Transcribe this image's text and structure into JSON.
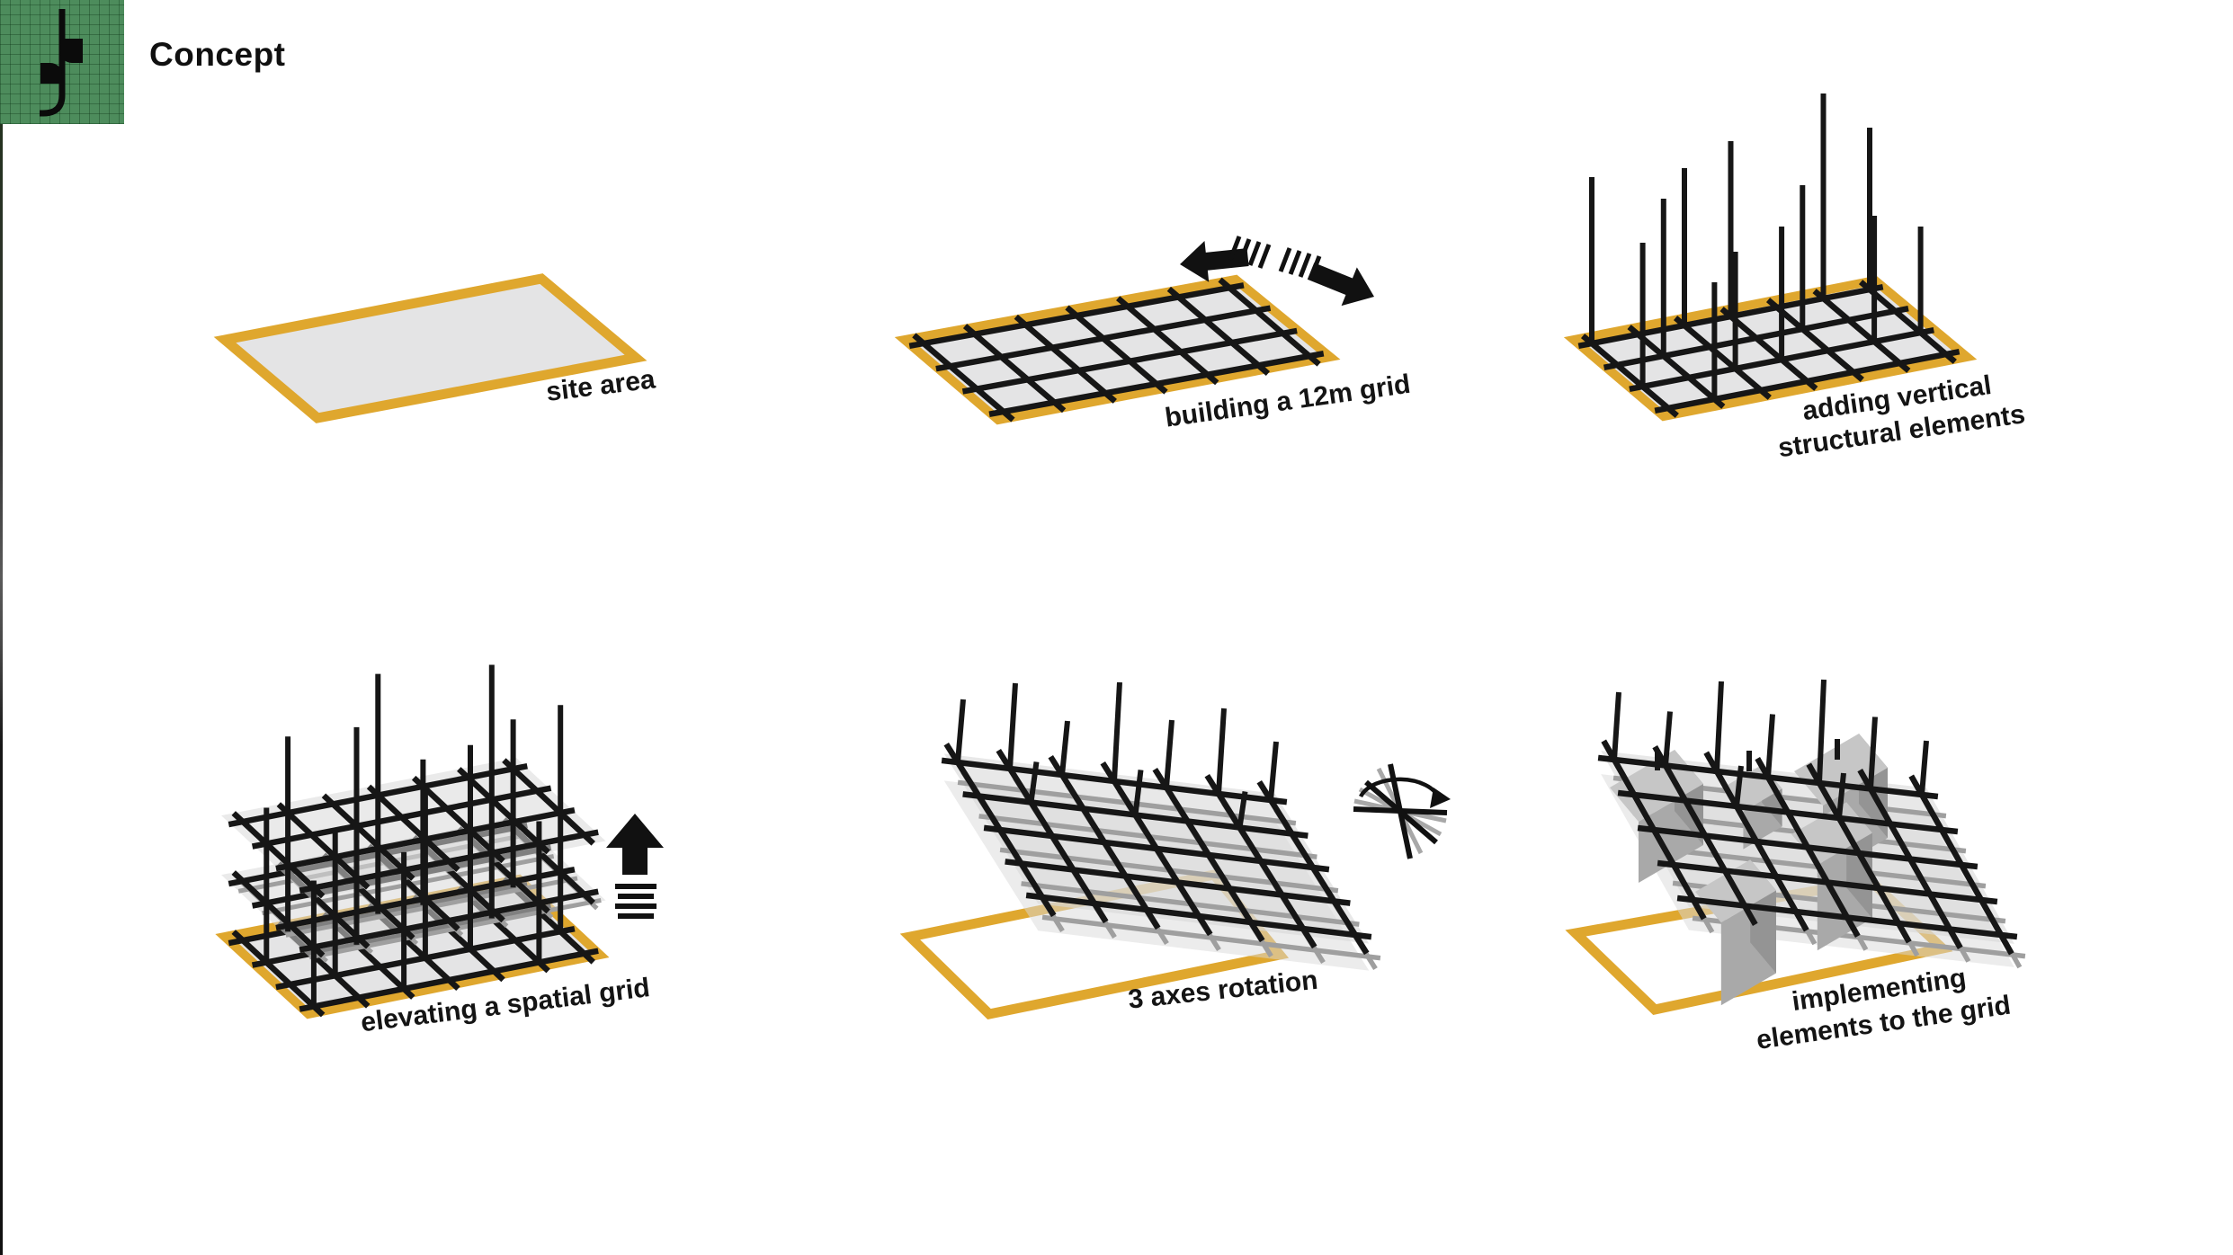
{
  "header": {
    "title": "Concept",
    "logo": "gb-monogram"
  },
  "panels": [
    {
      "id": "site-area",
      "label": "site area"
    },
    {
      "id": "building-grid",
      "label": "building a 12m grid",
      "icon": "slide-arrows-icon"
    },
    {
      "id": "vertical-elements",
      "label_lines": [
        "adding vertical",
        "structural elements"
      ]
    },
    {
      "id": "spatial-grid",
      "label": "elevating a spatial grid",
      "icon": "up-arrow-icon"
    },
    {
      "id": "axes-rotation",
      "label": "3 axes rotation",
      "icon": "rotation-icon"
    },
    {
      "id": "implementing",
      "label_lines": [
        "implementing",
        "elements to the grid"
      ]
    }
  ],
  "colors": {
    "site_border": "#dfa72e",
    "site_fill": "#e4e4e5",
    "grid_line": "#161616",
    "shadow_line": "#9f9f9f",
    "plane_fill": "#d9d9d9",
    "arrow_black": "#111111",
    "logo_green": "#4d8c5c",
    "box_top": "#c6c6c6",
    "box_front": "#a9a9a9",
    "box_side": "#949494",
    "label_color": "#141414"
  }
}
